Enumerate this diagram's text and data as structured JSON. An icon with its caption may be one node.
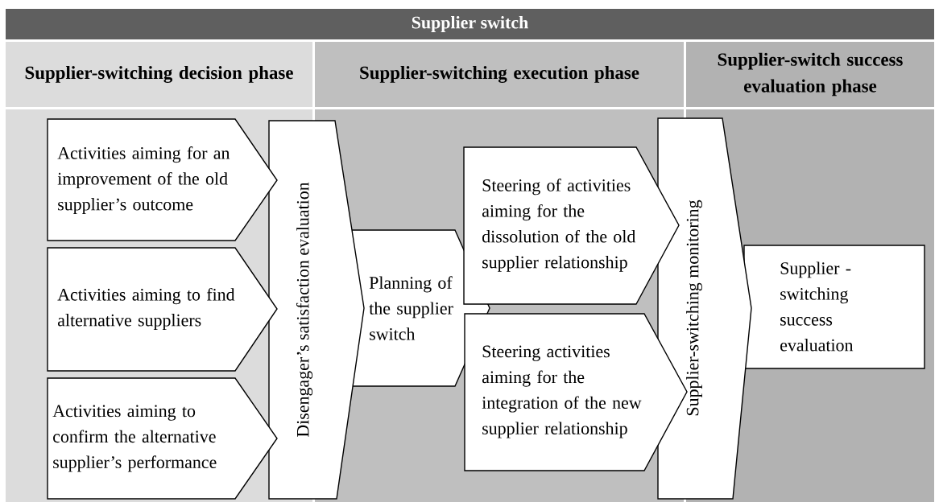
{
  "diagram": {
    "nodes": [
      {
        "text": [
          "Supplier switch"
        ]
      },
      {
        "text": [
          "Supplier-switching decision phase"
        ]
      },
      {
        "text": [
          "Supplier-switching execution phase"
        ]
      },
      {
        "text": [
          "Supplier-switch success evaluation phase"
        ]
      },
      {
        "text": [
          "Activities aiming for an improvement of the  old supplier’s outcome"
        ],
        "in": 1
      },
      {
        "text": [
          "Activities aiming to find alternative suppliers"
        ],
        "in": 1
      },
      {
        "text": [
          "Activities aiming to confirm the alternative supplier’s performance"
        ],
        "in": 1
      },
      {
        "text": [
          "Disengager’s satisfaction evaluation"
        ]
      },
      {
        "text": [
          "Planning of the supplier switch"
        ],
        "in": 2
      },
      {
        "text": [
          "Steering of activities aiming for the dissolution of the old supplier relationship"
        ],
        "in": 2
      },
      {
        "text": [
          "Steering activities aiming for the integration of the new supplier relationship"
        ],
        "in": 2
      },
      {
        "text": [
          "Supplier-switching monitoring"
        ]
      },
      {
        "text": [
          "Supplier - switching success evaluation"
        ],
        "in": 3
      }
    ]
  }
}
